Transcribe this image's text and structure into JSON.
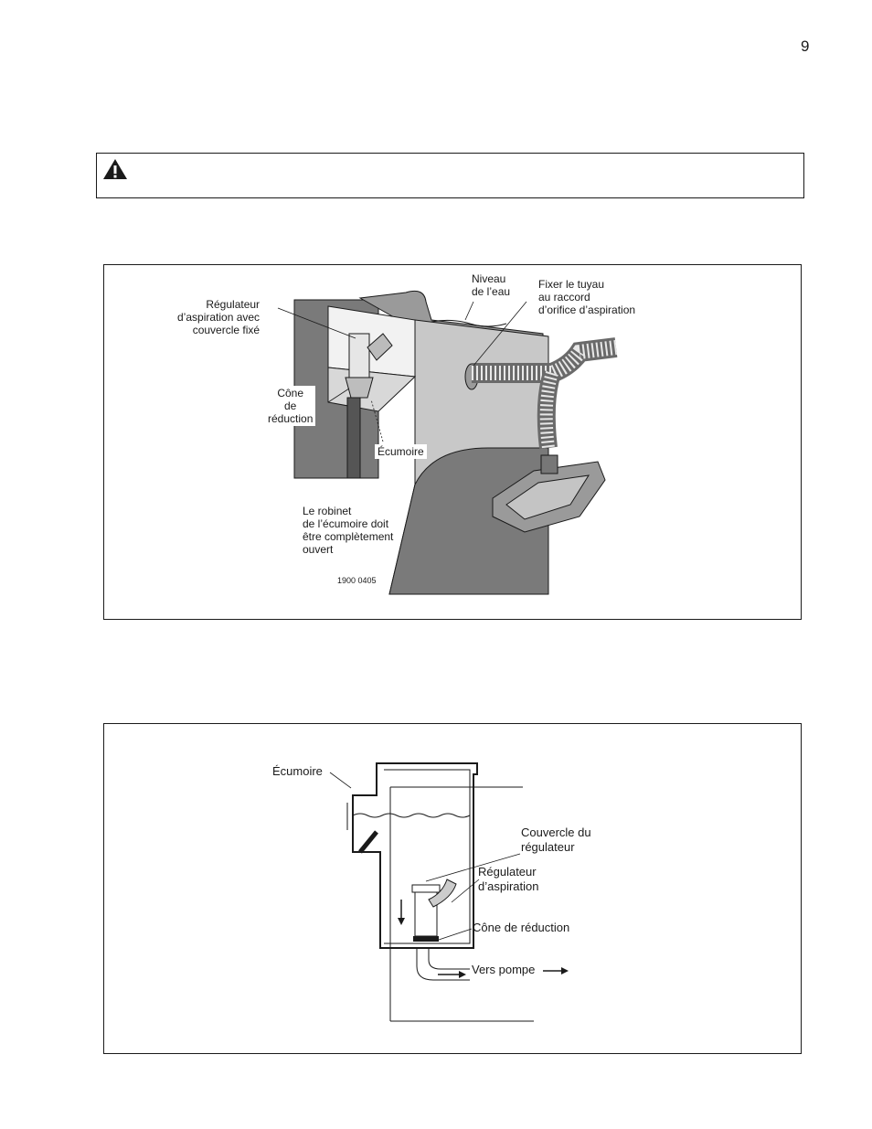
{
  "page_number": "9",
  "warning_icon": "warning-triangle-icon",
  "figure1": {
    "labels": {
      "regulateur": [
        "Régulateur",
        "d’aspiration avec",
        "couvercle fixé"
      ],
      "niveau": [
        "Niveau",
        "de l’eau"
      ],
      "fixer": [
        "Fixer le tuyau",
        "au raccord",
        "d’orifice d’aspiration"
      ],
      "cone": [
        "Cône",
        "de",
        "réduction"
      ],
      "ecumoire": "Écumoire",
      "robinet": [
        "Le robinet",
        "de l’écumoire doit",
        "être complètement",
        "ouvert"
      ],
      "code": "1900 0405"
    }
  },
  "figure2": {
    "labels": {
      "ecumoire": "Écumoire",
      "couvercle": [
        "Couvercle du",
        "régulateur"
      ],
      "regulateur": [
        "Régulateur",
        "d’aspiration"
      ],
      "cone": "Cône de réduction",
      "vers_pompe": "Vers pompe"
    }
  },
  "colors": {
    "wall_dark": "#7a7a7a",
    "wall_light": "#c8c8c8",
    "line": "#1a1a1a"
  }
}
